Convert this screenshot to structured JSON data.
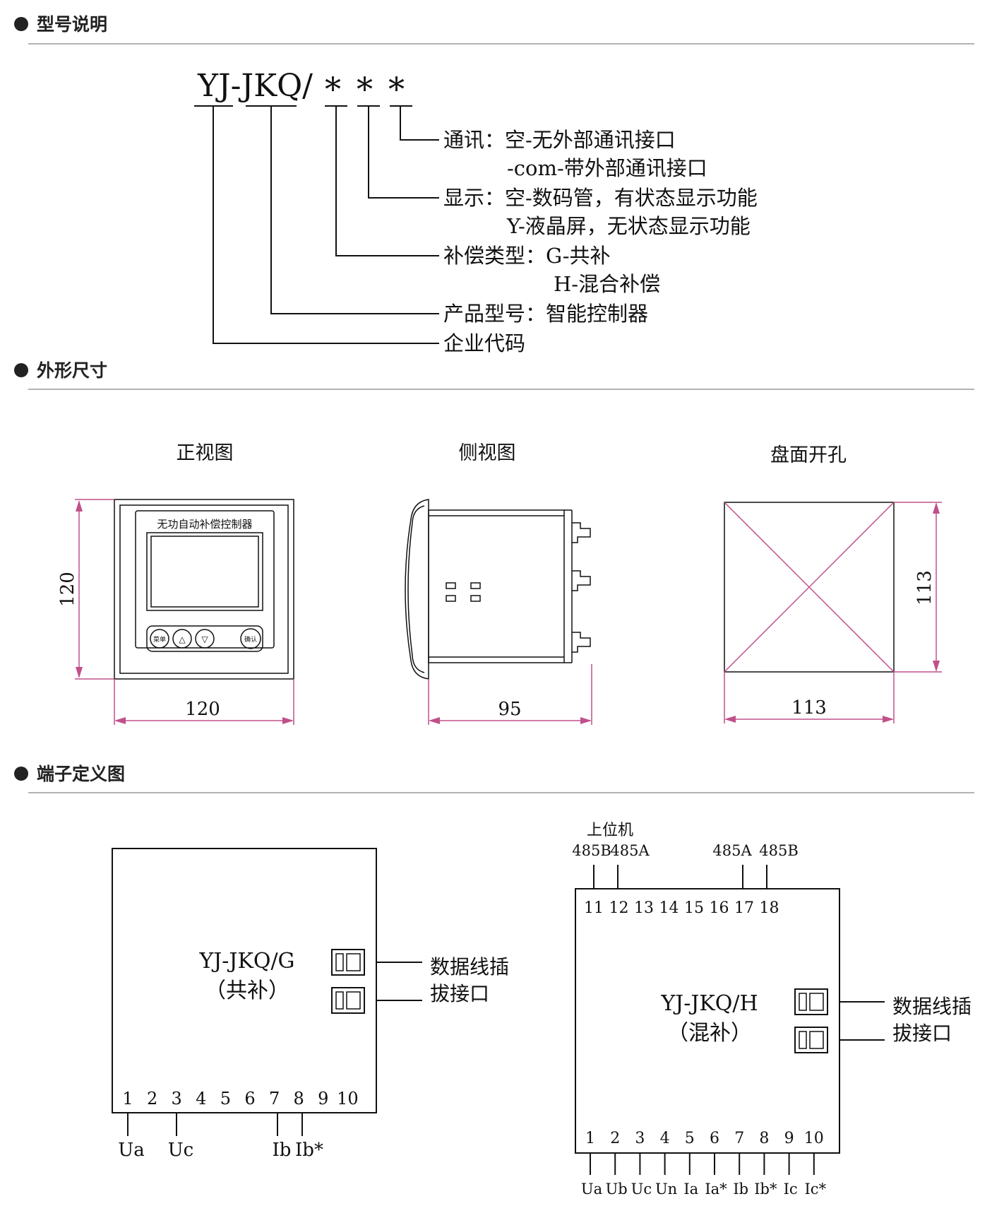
{
  "sections": {
    "model": "型号说明",
    "dimensions": "外形尺寸",
    "terminals": "端子定义图"
  },
  "model_code": {
    "prefix": "YJ-JKQ/",
    "stars": [
      "*",
      "*",
      "*"
    ],
    "lines": [
      "通讯：空-无外部通讯接口",
      "-com-带外部通讯接口",
      "显示：空-数码管，有状态显示功能",
      "Y-液晶屏，无状态显示功能",
      "补偿类型：G-共补",
      "H-混合补偿",
      "产品型号：智能控制器",
      "企业代码"
    ]
  },
  "views": {
    "front_title": "正视图",
    "side_title": "侧视图",
    "cutout_title": "盘面开孔",
    "panel_label": "无功自动补偿控制器",
    "btn_menu": "菜单",
    "btn_up": "△",
    "btn_down": "▽",
    "btn_enter": "确认",
    "front_width": "120",
    "front_height": "120",
    "side_depth": "95",
    "cutout_width": "113",
    "cutout_height": "113"
  },
  "terminal_g": {
    "model": "YJ-JKQ/G",
    "type": "（共补）",
    "port_label_1": "数据线插",
    "port_label_2": "拔接口",
    "numbers": [
      "1",
      "2",
      "3",
      "4",
      "5",
      "6",
      "7",
      "8",
      "9",
      "10"
    ],
    "pins": [
      "Ua",
      "Uc",
      "Ib",
      "Ib*"
    ]
  },
  "terminal_h": {
    "model": "YJ-JKQ/H",
    "type": "（混补）",
    "port_label_1": "数据线插",
    "port_label_2": "拔接口",
    "host": "上位机",
    "top_pins": [
      "485B",
      "485A",
      "485A",
      "485B"
    ],
    "top_numbers": [
      "11",
      "12",
      "13",
      "14",
      "15",
      "16",
      "17",
      "18"
    ],
    "bottom_numbers": [
      "1",
      "2",
      "3",
      "4",
      "5",
      "6",
      "7",
      "8",
      "9",
      "10"
    ],
    "bottom_pins": [
      "Ua",
      "Ub",
      "Uc",
      "Un",
      "Ia",
      "Ia*",
      "Ib",
      "Ib*",
      "Ic",
      "Ic*"
    ]
  }
}
